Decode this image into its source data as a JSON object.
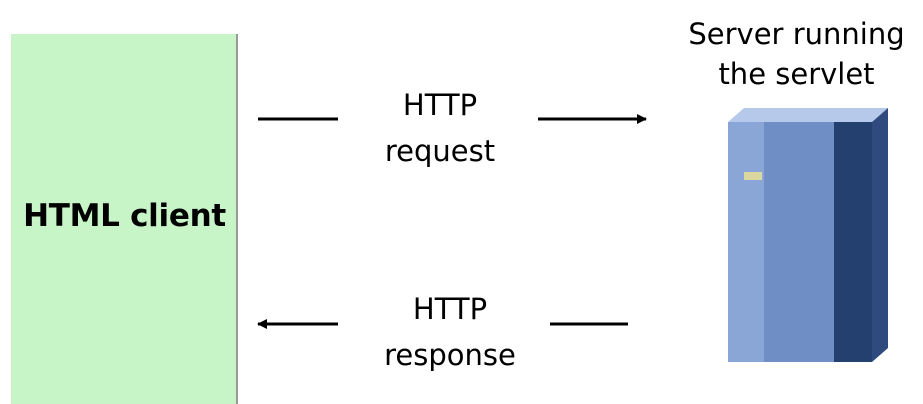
{
  "client": {
    "label": "HTML client"
  },
  "request": {
    "line1": "HTTP",
    "line2": "request"
  },
  "response": {
    "line1": "HTTP",
    "line2": "response"
  },
  "server": {
    "line1": "Server running",
    "line2": "the servlet",
    "icon": "server-tower-icon"
  },
  "colors": {
    "client_fill": "#c8f5c8",
    "client_border": "#9a9a9a",
    "server_light": "#b7c9ea",
    "server_mid": "#6f8ec6",
    "server_dark": "#2e4a7e",
    "arrow": "#000000"
  }
}
